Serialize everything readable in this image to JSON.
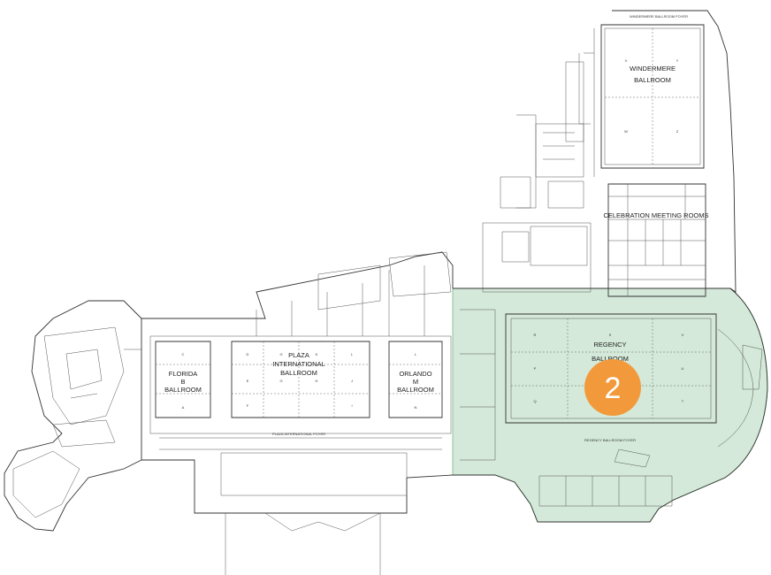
{
  "colors": {
    "highlight_fill": "#d4e9d9",
    "highlight_stroke": "#8cc29c",
    "marker": "#f29a3b",
    "line": "#333333"
  },
  "rooms": {
    "windermere": {
      "line1": "WINDERMERE",
      "line2": "BALLROOM"
    },
    "celebration": {
      "label": "CELEBRATION MEETING ROOMS"
    },
    "plaza": {
      "line1": "PLAZA",
      "line2": "INTERNATIONAL",
      "line3": "BALLROOM"
    },
    "florida": {
      "line1": "FLORIDA",
      "line2": "B",
      "line3": "BALLROOM"
    },
    "orlando": {
      "line1": "ORLANDO",
      "line2": "M",
      "line3": "BALLROOM"
    },
    "regency": {
      "line1": "REGENCY",
      "line2": "BALLROOM"
    }
  },
  "section_letters": {
    "florida": [
      "C",
      "A"
    ],
    "plaza_top": [
      "D",
      "G",
      "K",
      "L"
    ],
    "plaza_mid": [
      "E",
      "G",
      "H",
      "J"
    ],
    "plaza_bot": [
      "F",
      "I"
    ],
    "orlando": [
      "L",
      "N"
    ],
    "regency_top": [
      "R",
      "S",
      "V"
    ],
    "regency_mid": [
      "P",
      "U"
    ],
    "regency_bot": [
      "Q",
      "T"
    ],
    "windermere": [
      "X",
      "Y",
      "W",
      "Z"
    ]
  },
  "corridor_labels": {
    "regency_foyer": "REGENCY BALLROOM FOYER",
    "plaza_foyer": "PLAZA INTERNATIONAL FOYER",
    "windermere_foyer": "WINDERMERE BALLROOM FOYER"
  },
  "marker": {
    "number": "2",
    "icon": "location-number-marker"
  }
}
